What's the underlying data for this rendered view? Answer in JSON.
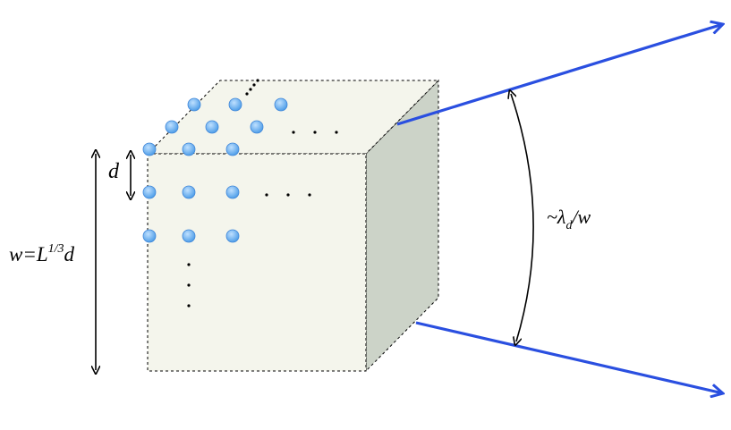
{
  "labels": {
    "d": "d",
    "w_prefix": "w=L",
    "w_exponent": "1/3",
    "w_suffix": "d",
    "angle_prefix": "~λ",
    "angle_subscript": "d",
    "angle_suffix": "/w"
  },
  "colors": {
    "face_front": "#f4f5ec",
    "face_top": "#f4f5ec",
    "face_side": "#ccd3c8",
    "beam": "#2a4fe0",
    "dot_fill": "#6fb3f0",
    "dot_stroke": "#3f86d8"
  }
}
